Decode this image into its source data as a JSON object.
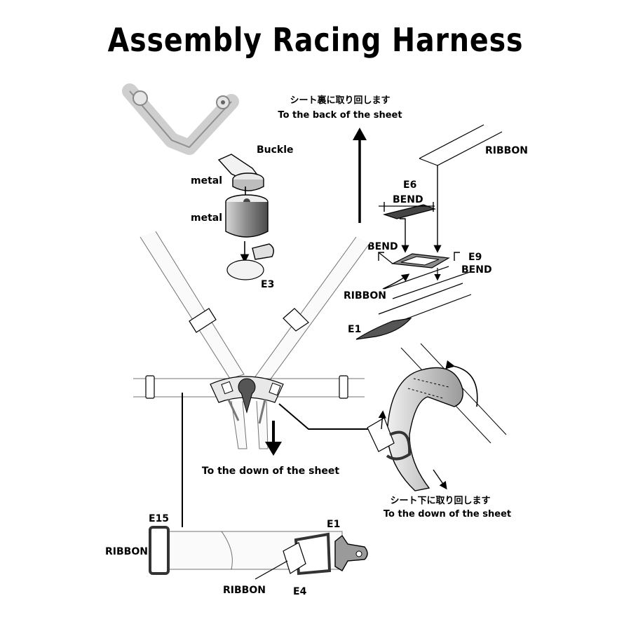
{
  "title": "Assembly Racing Harness",
  "labels": {
    "buckle": "Buckle",
    "metal_top": "metal",
    "metal_mid": "metal",
    "e3": "E3",
    "back_jp": "シート裏に取り回します",
    "back_en": "To the back of the sheet",
    "ribbon_top": "RIBBON",
    "e6": "E6",
    "bend_top": "BEND",
    "bend_left": "BEND",
    "e9": "E9",
    "bend_right": "BEND",
    "ribbon_mid": "RIBBON",
    "e1_mid": "E1",
    "down_sheet": "To the down of the sheet",
    "down_jp": "シート下に取り回します",
    "down_en": "To the down of the sheet",
    "e15": "E15",
    "e1_bottom": "E1",
    "ribbon_left": "RIBBON",
    "ribbon_bottom": "RIBBON",
    "e4": "E4"
  },
  "colors": {
    "line": "#000000",
    "strap_fill": "#f4f4f4",
    "dark_part": "#333333",
    "mid_gray": "#9a9a9a"
  }
}
